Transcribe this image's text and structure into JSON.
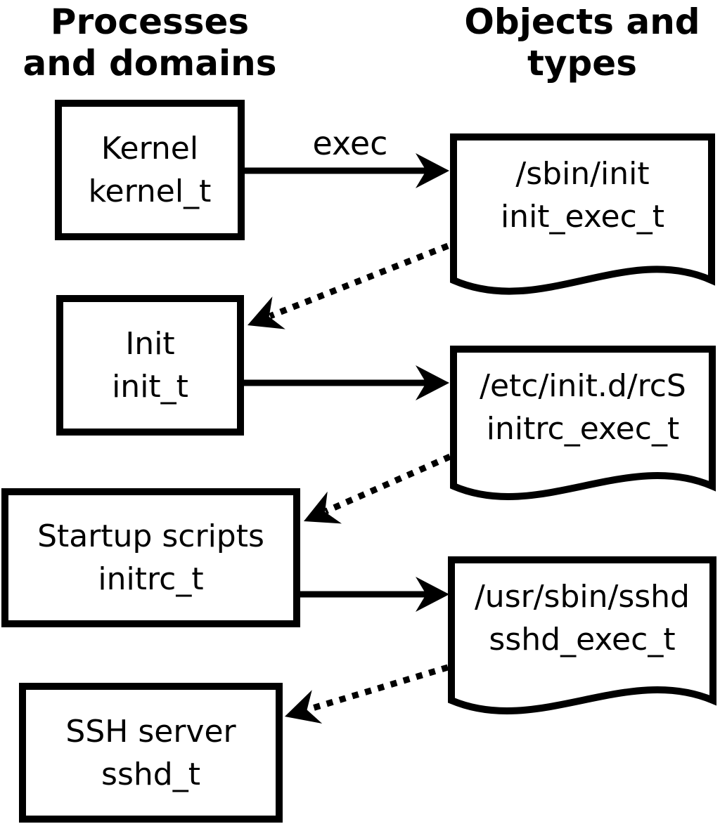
{
  "diagram": {
    "column_headers": {
      "left": {
        "line1": "Processes",
        "line2": "and domains"
      },
      "right": {
        "line1": "Objects and",
        "line2": "types"
      }
    },
    "process_nodes": [
      {
        "id": "kernel_t",
        "name": "Kernel",
        "type": "kernel_t"
      },
      {
        "id": "init_t",
        "name": "Init",
        "type": "init_t"
      },
      {
        "id": "initrc_t",
        "name": "Startup scripts",
        "type": "initrc_t"
      },
      {
        "id": "sshd_t",
        "name": "SSH server",
        "type": "sshd_t"
      }
    ],
    "object_nodes": [
      {
        "id": "init_exec_t",
        "path": "/sbin/init",
        "type": "init_exec_t"
      },
      {
        "id": "initrc_exec_t",
        "path": "/etc/init.d/rcS",
        "type": "initrc_exec_t"
      },
      {
        "id": "sshd_exec_t",
        "path": "/usr/sbin/sshd",
        "type": "sshd_exec_t"
      }
    ],
    "edges": [
      {
        "from": "kernel_t",
        "to": "init_exec_t",
        "style": "solid",
        "label": "exec"
      },
      {
        "from": "init_exec_t",
        "to": "init_t",
        "style": "dotted",
        "label": ""
      },
      {
        "from": "init_t",
        "to": "initrc_exec_t",
        "style": "solid",
        "label": ""
      },
      {
        "from": "initrc_exec_t",
        "to": "initrc_t",
        "style": "dotted",
        "label": ""
      },
      {
        "from": "initrc_t",
        "to": "sshd_exec_t",
        "style": "solid",
        "label": ""
      },
      {
        "from": "sshd_exec_t",
        "to": "sshd_t",
        "style": "dotted",
        "label": ""
      }
    ],
    "colors": {
      "ink": "#000000",
      "background": "#ffffff"
    }
  }
}
